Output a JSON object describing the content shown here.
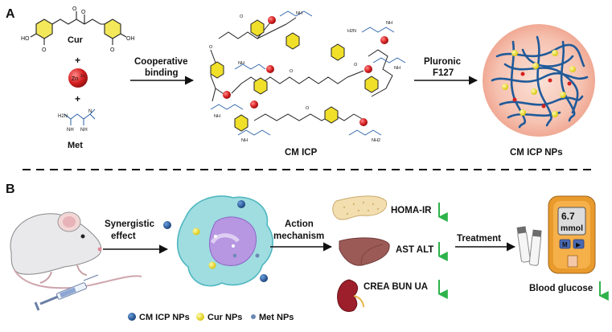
{
  "panel_a": {
    "letter": "A",
    "cur_label": "Cur",
    "plus": "+",
    "zn_label": "Zn",
    "zn_charge": "2+",
    "met_label": "Met",
    "step1_line1": "Cooperative",
    "step1_line2": "binding",
    "icp_label": "CM ICP",
    "step2_line1": "Pluronic",
    "step2_line2": "F127",
    "nps_label": "CM ICP NPs",
    "atom_labels": {
      "ho": "HO",
      "oh": "OH",
      "o": "O",
      "nh": "NH",
      "n": "N",
      "h2n": "H2N",
      "nh2": "NH2",
      "zn": "Zn"
    }
  },
  "panel_b": {
    "letter": "B",
    "synergy_line1": "Synergistic",
    "synergy_line2": "effect",
    "action_line1": "Action",
    "action_line2": "mechanism",
    "organ1_label": "HOMA-IR",
    "organ2_label": "AST  ALT",
    "organ3_label": "CREA  BUN  UA",
    "treatment_label": "Treatment",
    "meter_value": "6.7",
    "meter_unit": "mmol",
    "meter_button_left": "M",
    "meter_button_right": "▶",
    "blood_glucose_label": "Blood glucose",
    "legend": [
      {
        "label": "CM ICP NPs",
        "color": "#1f4e8c"
      },
      {
        "label": "Cur NPs",
        "color": "#f2e21b"
      },
      {
        "label": "Met NPs",
        "color": "#6b88b4"
      }
    ],
    "down_arrow_color": "#2db34a"
  },
  "colors": {
    "zn_red": "#d62020",
    "ring_yellow": "#f0e02a",
    "np_pink": "#f6c9b9",
    "np_blue": "#1f5a9a",
    "cell_teal": "#8fd8dc",
    "nucleus_purple": "#b592e0"
  }
}
